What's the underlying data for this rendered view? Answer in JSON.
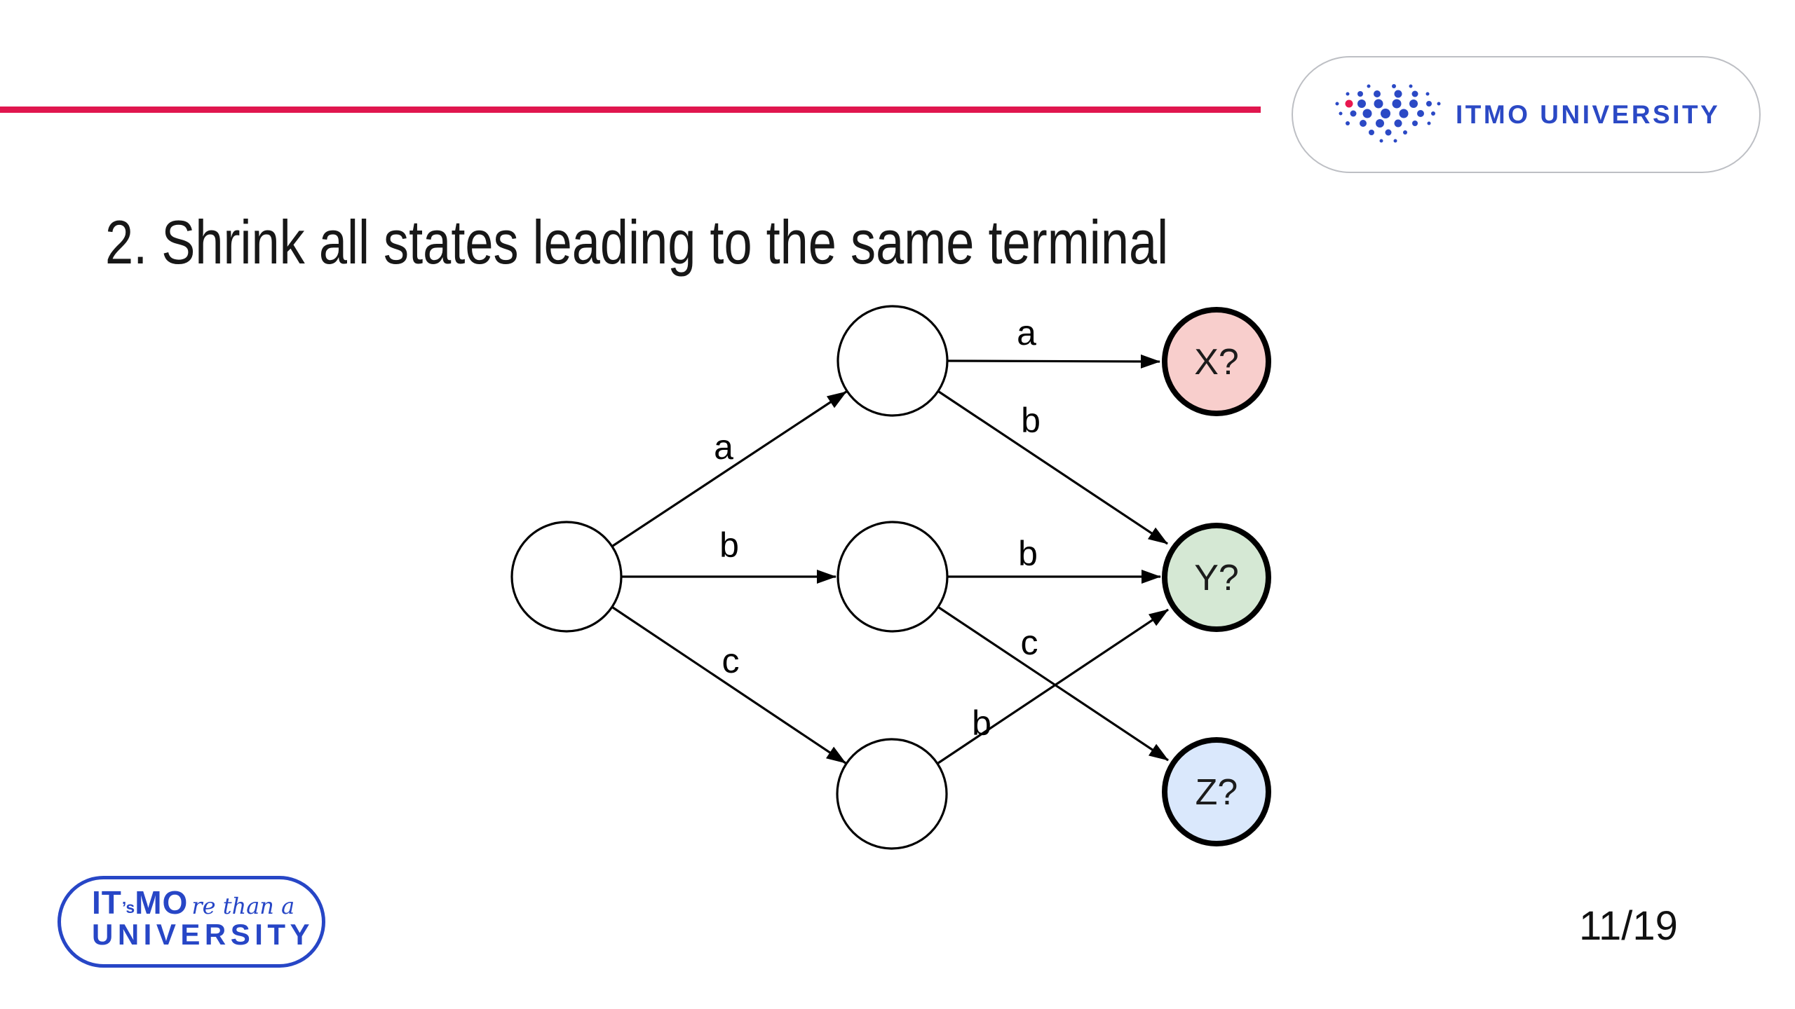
{
  "slide": {
    "title": "2. Shrink all states leading to the same terminal",
    "page_number": "11/19"
  },
  "header": {
    "brand_text": "ITMO UNIVERSITY",
    "accent_color": "#E0164E",
    "brand_blue": "#2B49C5",
    "dot_red": "#E8174F"
  },
  "footer_logo": {
    "it": "IT",
    "apostrophe_s": "’s",
    "mo": "MO",
    "script": "re than a",
    "line2": "UNIVERSITY"
  },
  "diagram": {
    "stroke_color": "#000000",
    "nodes": [
      {
        "id": "start",
        "label": "",
        "fill": "#FFFFFF"
      },
      {
        "id": "q_top",
        "label": "",
        "fill": "#FFFFFF"
      },
      {
        "id": "q_mid",
        "label": "",
        "fill": "#FFFFFF"
      },
      {
        "id": "q_bottom",
        "label": "",
        "fill": "#FFFFFF"
      },
      {
        "id": "terminal_x",
        "label": "X?",
        "fill": "#F8CECC"
      },
      {
        "id": "terminal_y",
        "label": "Y?",
        "fill": "#D5E8D4"
      },
      {
        "id": "terminal_z",
        "label": "Z?",
        "fill": "#DAE8FC"
      }
    ],
    "edges": [
      {
        "from": "start",
        "to": "q_top",
        "label": "a"
      },
      {
        "from": "start",
        "to": "q_mid",
        "label": "b"
      },
      {
        "from": "start",
        "to": "q_bottom",
        "label": "c"
      },
      {
        "from": "q_top",
        "to": "terminal_x",
        "label": "a"
      },
      {
        "from": "q_top",
        "to": "terminal_y",
        "label": "b"
      },
      {
        "from": "q_mid",
        "to": "terminal_y",
        "label": "b"
      },
      {
        "from": "q_mid",
        "to": "terminal_z",
        "label": "c"
      },
      {
        "from": "q_bottom",
        "to": "terminal_y",
        "label": "b"
      }
    ]
  }
}
